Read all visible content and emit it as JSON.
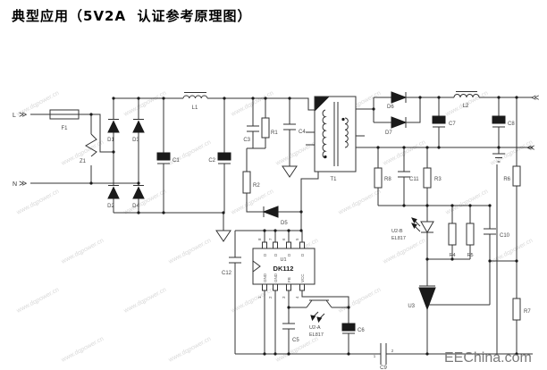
{
  "title": "典型应用（5V2A  认证参考原理图）",
  "watermark": {
    "text": "www.dqpower.cn"
  },
  "brand": {
    "site": "EEChina.com"
  },
  "terminals": {
    "live_label": "L",
    "neutral_label": "N",
    "input_arrow": "≫",
    "output_arrow": "≪"
  },
  "refs": {
    "f1": "F1",
    "z1": "Z1",
    "d1": "D1",
    "d2": "D2",
    "d3": "D3",
    "d4": "D4",
    "d5": "D5",
    "d6": "D6",
    "d7": "D7",
    "l1": "L1",
    "l2": "L2",
    "t1": "T1",
    "c1": "C1",
    "c2": "C2",
    "c3": "C3",
    "c4": "C4",
    "c5": "C5",
    "c6": "C6",
    "c7": "C7",
    "c8": "C8",
    "c9": "C9",
    "c10": "C10",
    "c11": "C11",
    "c12": "C12",
    "r1": "R1",
    "r2": "R2",
    "r3": "R3",
    "r4": "R4",
    "r5": "R5",
    "r6": "R6",
    "r7": "R7",
    "r8": "R8",
    "u3": "U3",
    "c9_pin1": "1",
    "c9_pin2": "2"
  },
  "u1": {
    "ref": "U1",
    "part": "DK112",
    "top_pin_numbers": [
      "8",
      "7",
      "6",
      "5"
    ],
    "bottom_pin_numbers": [
      "1",
      "2",
      "3",
      "4"
    ],
    "top_pin_labels": [
      "D",
      "D",
      "D",
      "D"
    ],
    "bottom_pin_labels": [
      "GND",
      "GND",
      "FB",
      "VCC"
    ]
  },
  "u2a": {
    "ref": "U2-A",
    "part": "EL817"
  },
  "u2b": {
    "ref": "U2-B",
    "part": "EL817"
  }
}
